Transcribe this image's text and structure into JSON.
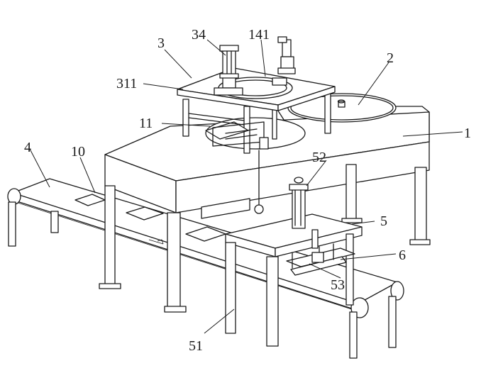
{
  "labels": {
    "l1": "1",
    "l2": "2",
    "l3": "3",
    "l4": "4",
    "l5": "5",
    "l6": "6",
    "l10": "10",
    "l11": "11",
    "l34": "34",
    "l51": "51",
    "l52": "52",
    "l53": "53",
    "l141": "141",
    "l311": "311"
  }
}
